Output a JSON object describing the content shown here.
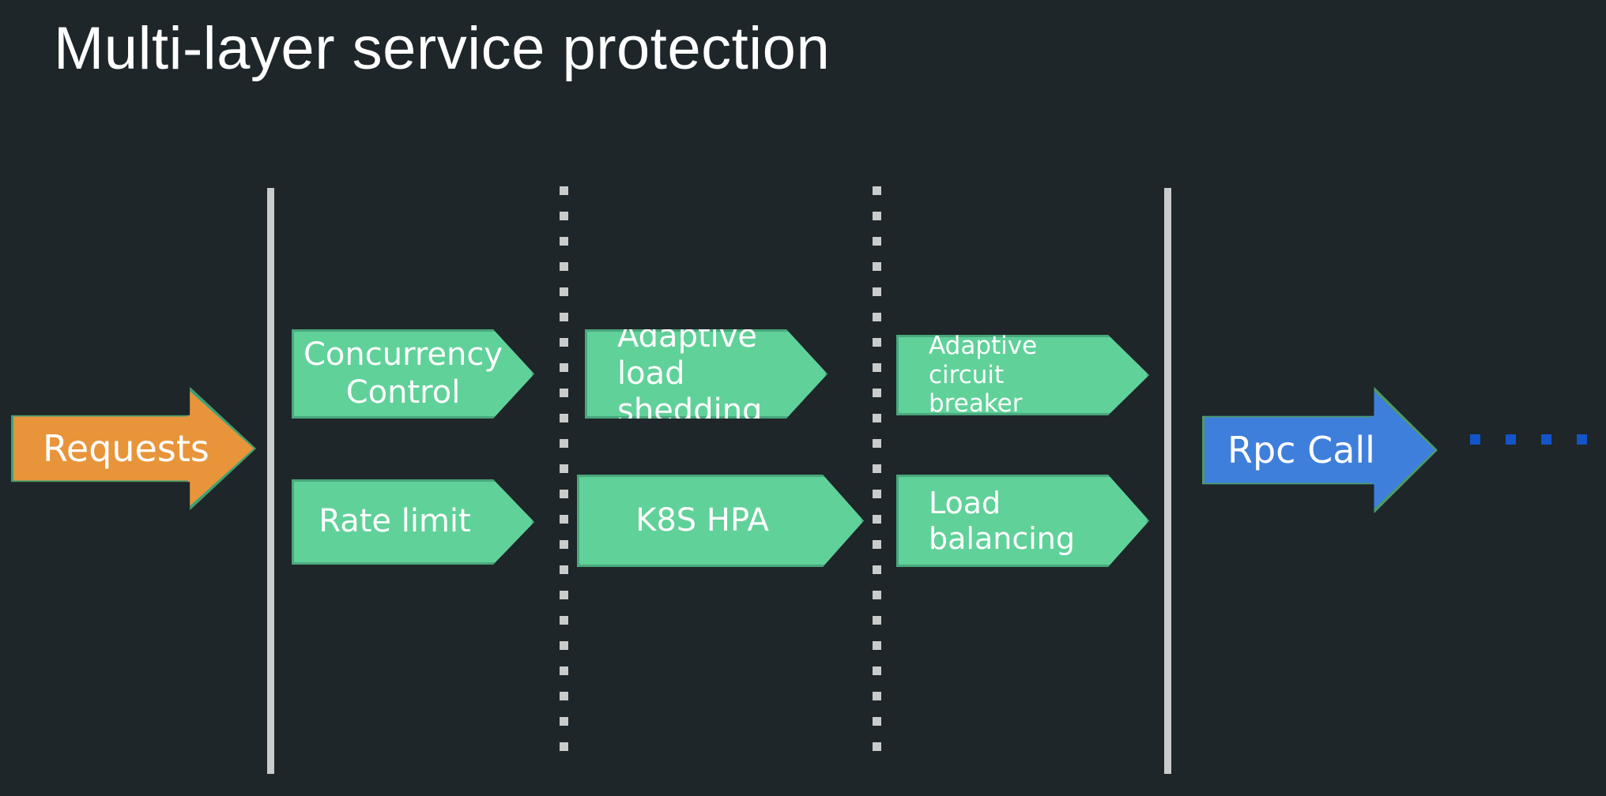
{
  "slide": {
    "title": "Multi-layer service protection",
    "background_color": "#1f2629",
    "title_color": "#ffffff"
  },
  "colors": {
    "stage_fill": "#5fd199",
    "stage_border": "#4aa97c",
    "requests_fill": "#e8943b",
    "requests_border": "#3aa177",
    "rpc_fill": "#3d7fdb",
    "rpc_border": "#4f9a63",
    "boundary_line": "#c9cccb",
    "trailing_dot": "#1355c8"
  },
  "entry": {
    "label": "Requests"
  },
  "exit": {
    "label": "Rpc Call",
    "trailing_dots_count": 4
  },
  "boundaries": {
    "left_line": "solid",
    "right_line": "solid",
    "divider_1": "dotted",
    "divider_2": "dotted"
  },
  "stages": {
    "row_top": [
      {
        "label": "Concurrency\nControl",
        "align": "center"
      },
      {
        "label": "Adaptive load\nshedding",
        "align": "left"
      },
      {
        "label": "Adaptive circuit\nbreaker",
        "align": "left"
      }
    ],
    "row_bottom": [
      {
        "label": "Rate limit",
        "align": "center"
      },
      {
        "label": "K8S HPA",
        "align": "center"
      },
      {
        "label": "Load balancing",
        "align": "left"
      }
    ]
  }
}
